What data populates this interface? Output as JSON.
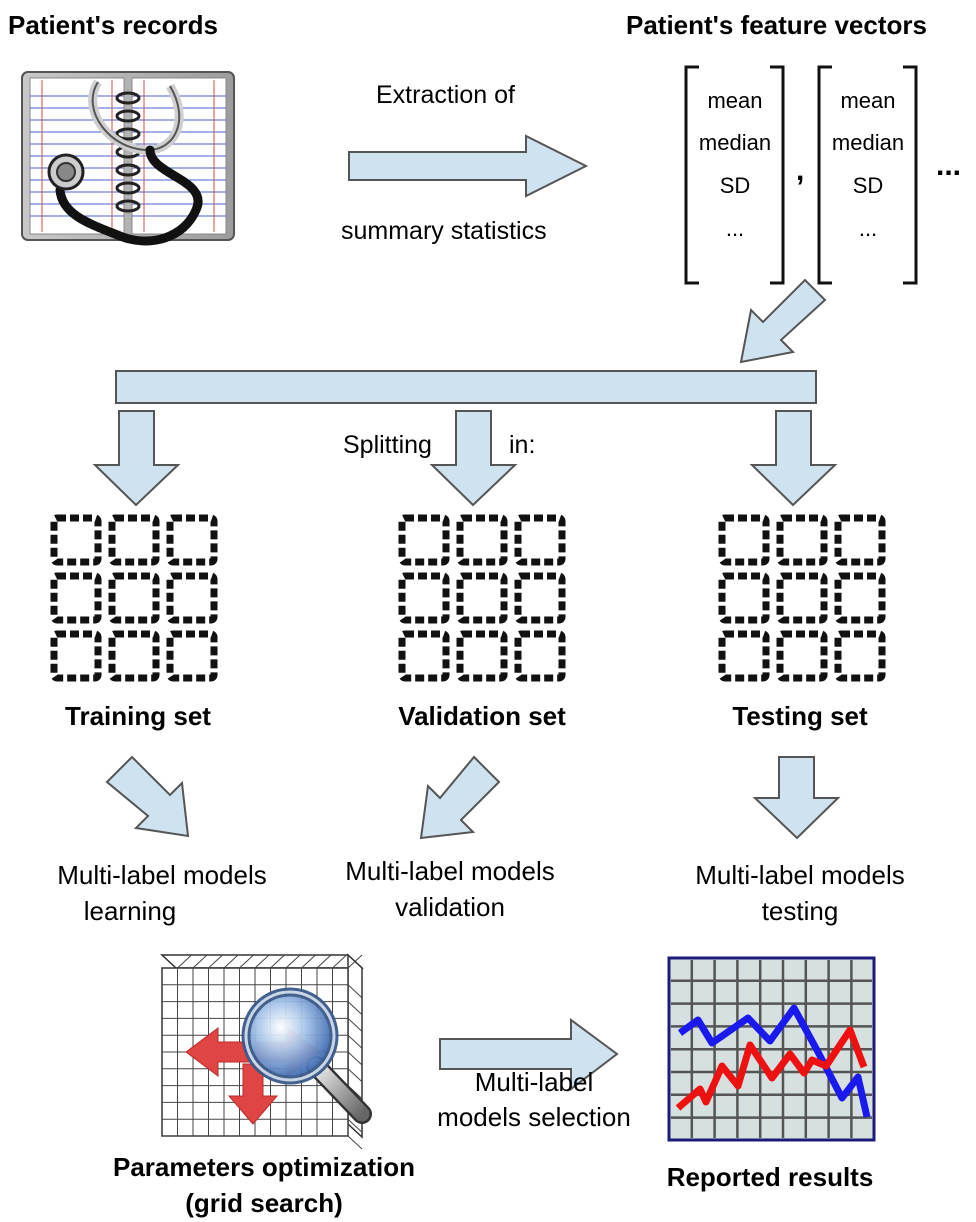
{
  "records": {
    "title": "Patient's records"
  },
  "features": {
    "title": "Patient's feature vectors",
    "vector_items": [
      "mean",
      "median",
      "SD",
      "..."
    ],
    "separator": ",",
    "more": "..."
  },
  "extraction": {
    "line1": "Extraction of",
    "line2": "summary statistics"
  },
  "splitting": {
    "left": "Splitting",
    "right": "in:"
  },
  "sets": {
    "training": "Training set",
    "validation": "Validation set",
    "testing": "Testing set"
  },
  "models": {
    "learning": [
      "Multi-label models",
      "learning"
    ],
    "validation": [
      "Multi-label models",
      "validation"
    ],
    "testing": [
      "Multi-label models",
      "testing"
    ]
  },
  "selection": [
    "Multi-label",
    "models selection"
  ],
  "grid_search": [
    "Parameters optimization",
    "(grid search)"
  ],
  "results": {
    "title": "Reported results"
  },
  "colors": {
    "arrow_fill": "#cfe2f0",
    "arrow_stroke": "#555555",
    "series_blue": "#1a1aee",
    "series_red": "#ee1111",
    "chart_bg": "#d6e0e0",
    "grid_arrow": "#e04545"
  }
}
